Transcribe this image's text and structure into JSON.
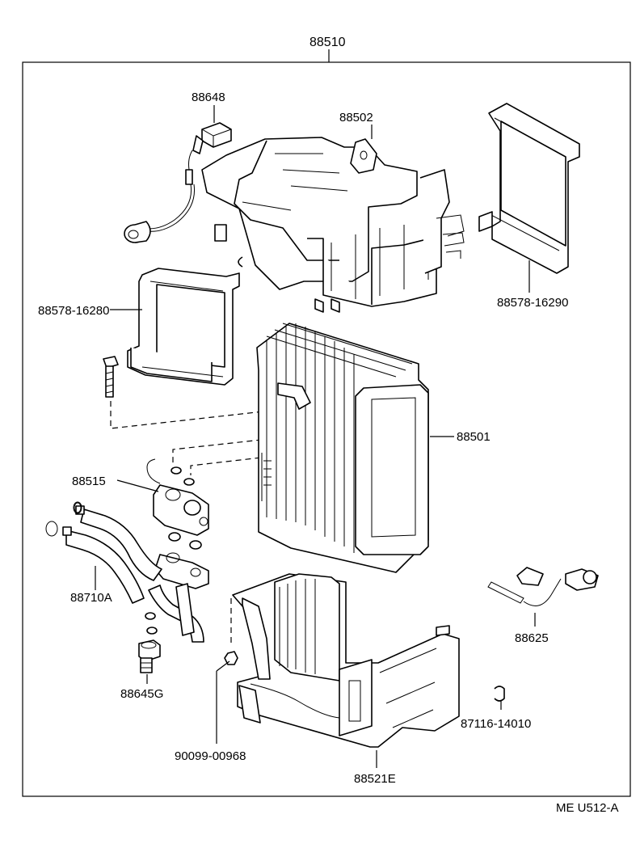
{
  "parts": {
    "assembly": "88510",
    "switch_connector": "88648",
    "case_upper": "88502",
    "seal_right": "88578-16290",
    "seal_left": "88578-16280",
    "evaporator": "88501",
    "expansion_valve": "88515",
    "tube_assembly": "88710A",
    "pressure_switch": "88645G",
    "thermistor": "88625",
    "clamp": "87116-14010",
    "screw": "90099-00968",
    "case_lower": "88521E"
  },
  "footer": {
    "diagram_code": "ME U512-A"
  }
}
